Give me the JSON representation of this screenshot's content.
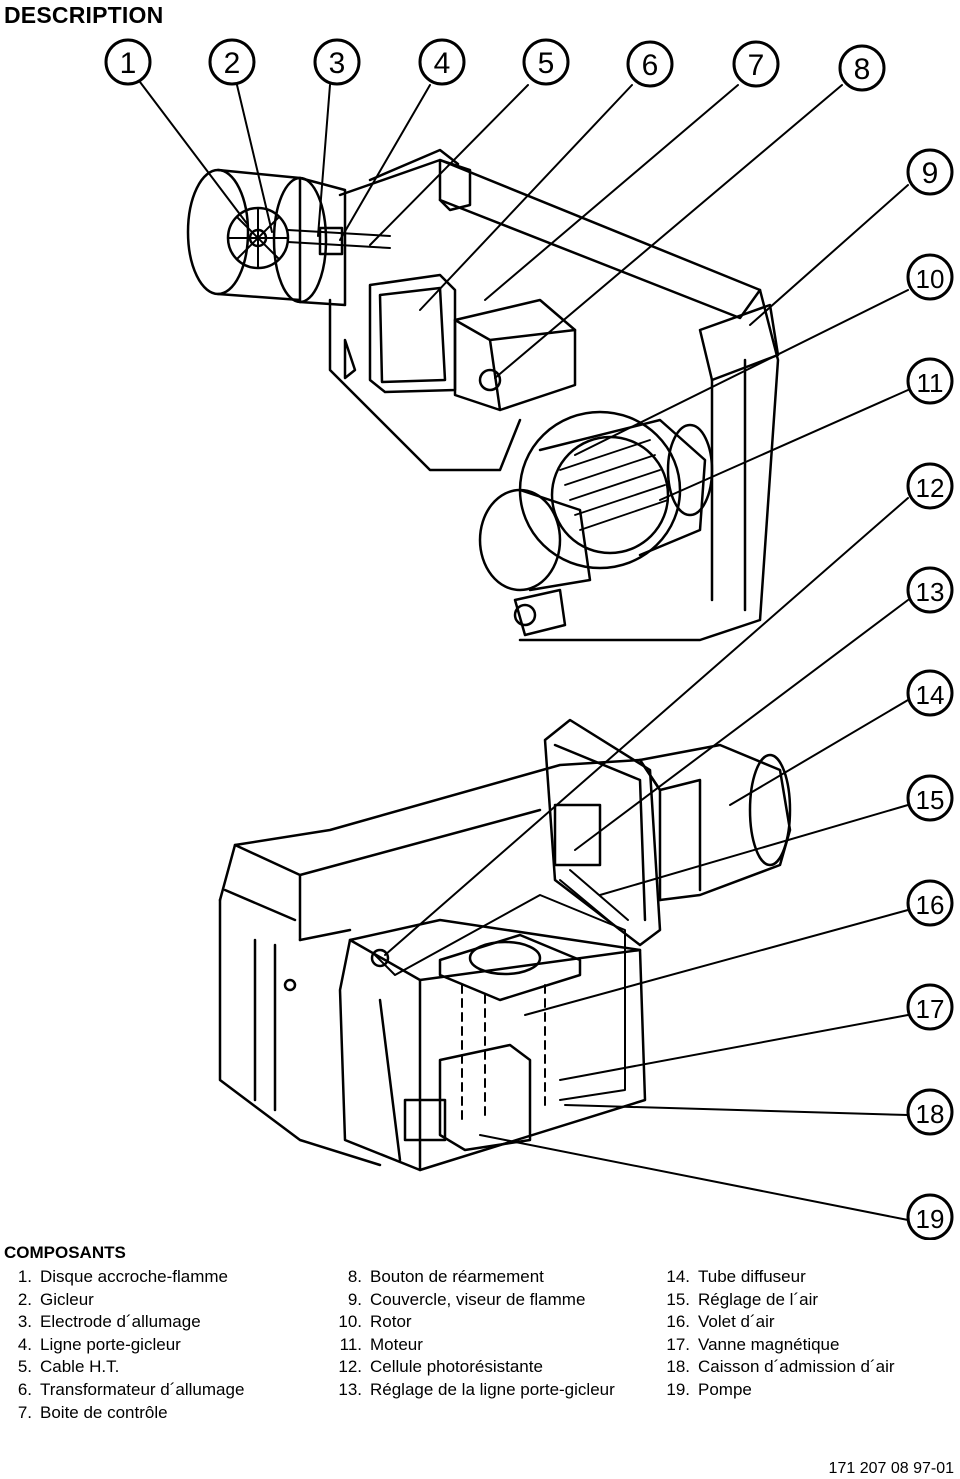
{
  "title": "DESCRIPTION",
  "callouts": [
    "1",
    "2",
    "3",
    "4",
    "5",
    "6",
    "7",
    "8",
    "9",
    "10",
    "11",
    "12",
    "13",
    "14",
    "15",
    "16",
    "17",
    "18",
    "19"
  ],
  "components": {
    "heading": "COMPOSANTS",
    "items": [
      {
        "num": "1.",
        "label": "Disque accroche-flamme"
      },
      {
        "num": "2.",
        "label": "Gicleur"
      },
      {
        "num": "3.",
        "label": "Electrode d´allumage"
      },
      {
        "num": "4.",
        "label": "Ligne porte-gicleur"
      },
      {
        "num": "5.",
        "label": "Cable H.T."
      },
      {
        "num": "6.",
        "label": "Transformateur d´allumage"
      },
      {
        "num": "7.",
        "label": "Boite de contrôle"
      },
      {
        "num": "8.",
        "label": "Bouton de réarmement"
      },
      {
        "num": "9.",
        "label": "Couvercle, viseur de flamme"
      },
      {
        "num": "10.",
        "label": "Rotor"
      },
      {
        "num": "11.",
        "label": "Moteur"
      },
      {
        "num": "12.",
        "label": "Cellule photorésistante"
      },
      {
        "num": "13.",
        "label": "Réglage de la ligne porte-gicleur"
      },
      {
        "num": "14.",
        "label": "Tube diffuseur"
      },
      {
        "num": "15.",
        "label": "Réglage de l´air"
      },
      {
        "num": "16.",
        "label": "Volet d´air"
      },
      {
        "num": "17.",
        "label": "Vanne magnétique"
      },
      {
        "num": "18.",
        "label": "Caisson d´admission d´air"
      },
      {
        "num": "19.",
        "label": "Pompe"
      }
    ]
  },
  "reference": "171 207 08  97-01"
}
